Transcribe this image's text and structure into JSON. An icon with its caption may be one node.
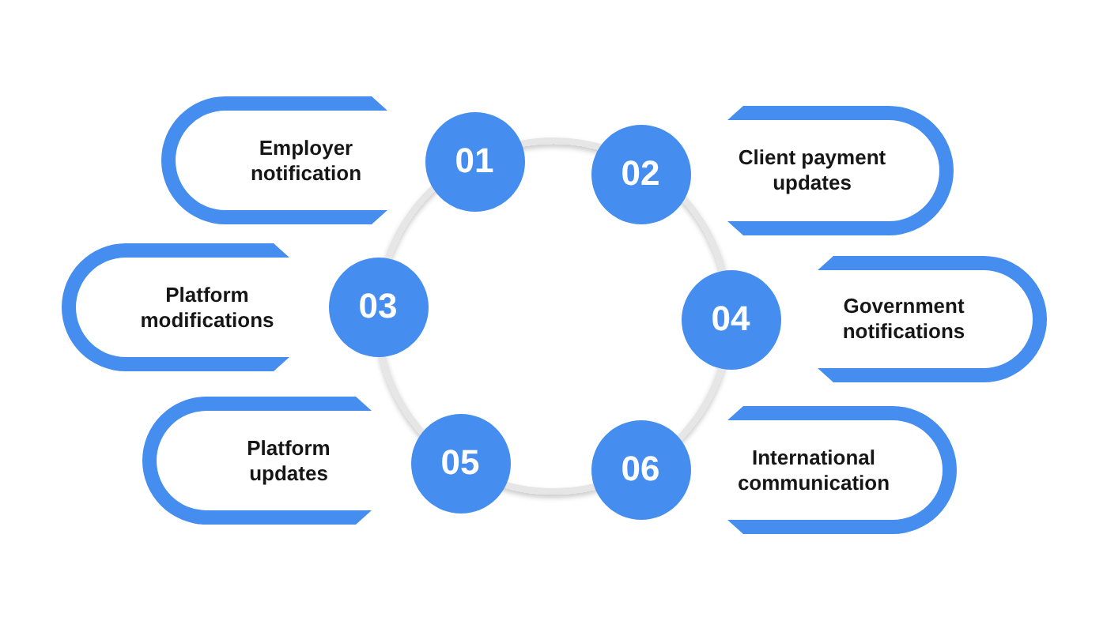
{
  "diagram": {
    "nodes": [
      {
        "text": [
          "Employer notification"
        ]
      },
      {
        "text": [
          "01"
        ]
      },
      {
        "text": [
          "02"
        ]
      },
      {
        "text": [
          "Client payment updates"
        ]
      },
      {
        "text": [
          "Platform modifications"
        ]
      },
      {
        "text": [
          "03"
        ]
      },
      {
        "text": [
          "04"
        ]
      },
      {
        "text": [
          "Government notifications"
        ]
      },
      {
        "text": [
          "Platform updates"
        ]
      },
      {
        "text": [
          "05"
        ]
      },
      {
        "text": [
          "06"
        ]
      },
      {
        "text": [
          "International communication"
        ]
      }
    ]
  }
}
